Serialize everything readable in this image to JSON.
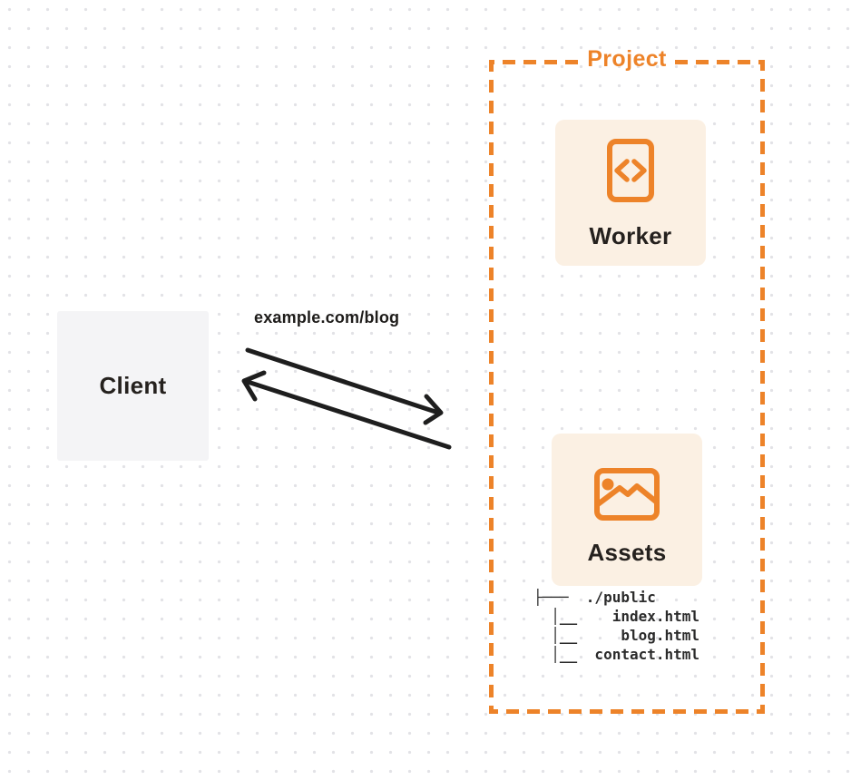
{
  "client": {
    "label": "Client"
  },
  "request": {
    "label": "example.com/blog"
  },
  "arrows": {
    "direction": "bidirectional",
    "color": "#1e1e1e"
  },
  "project": {
    "title": "Project",
    "worker": {
      "label": "Worker",
      "icon": "code-brackets-icon"
    },
    "assets": {
      "label": "Assets",
      "icon": "image-icon",
      "file_tree": "├───  ./public\n  │__    index.html\n  │__     blog.html\n  │__  contact.html"
    }
  },
  "colors": {
    "accent": "#ed8329",
    "card_bg": "#fbf0e3",
    "client_bg": "#f4f4f6",
    "ink": "#25211e",
    "dot_grid": "#e2e2e6"
  }
}
